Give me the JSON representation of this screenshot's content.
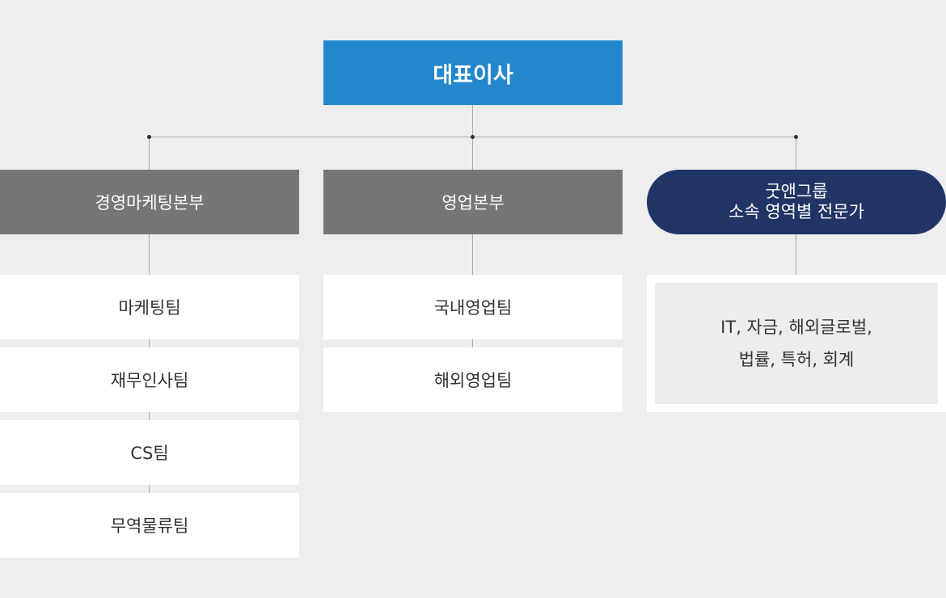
{
  "ceo": {
    "label": "대표이사"
  },
  "divisions": [
    {
      "label": "경영마케팅본부"
    },
    {
      "label": "영업본부"
    },
    {
      "line1": "굿앤그룹",
      "line2": "소속 영역별 전문가"
    }
  ],
  "management_teams": [
    "마케팅팀",
    "재무인사팀",
    "CS팀",
    "무역물류팀"
  ],
  "sales_teams": [
    "국내영업팀",
    "해외영업팀"
  ],
  "experts": {
    "line1": "IT, 자금, 해외글로벌,",
    "line2": "법률, 특허, 회계"
  },
  "colors": {
    "ceo": "#2387cb",
    "division": "#767676",
    "group": "#213466",
    "background": "#eeeeee"
  }
}
